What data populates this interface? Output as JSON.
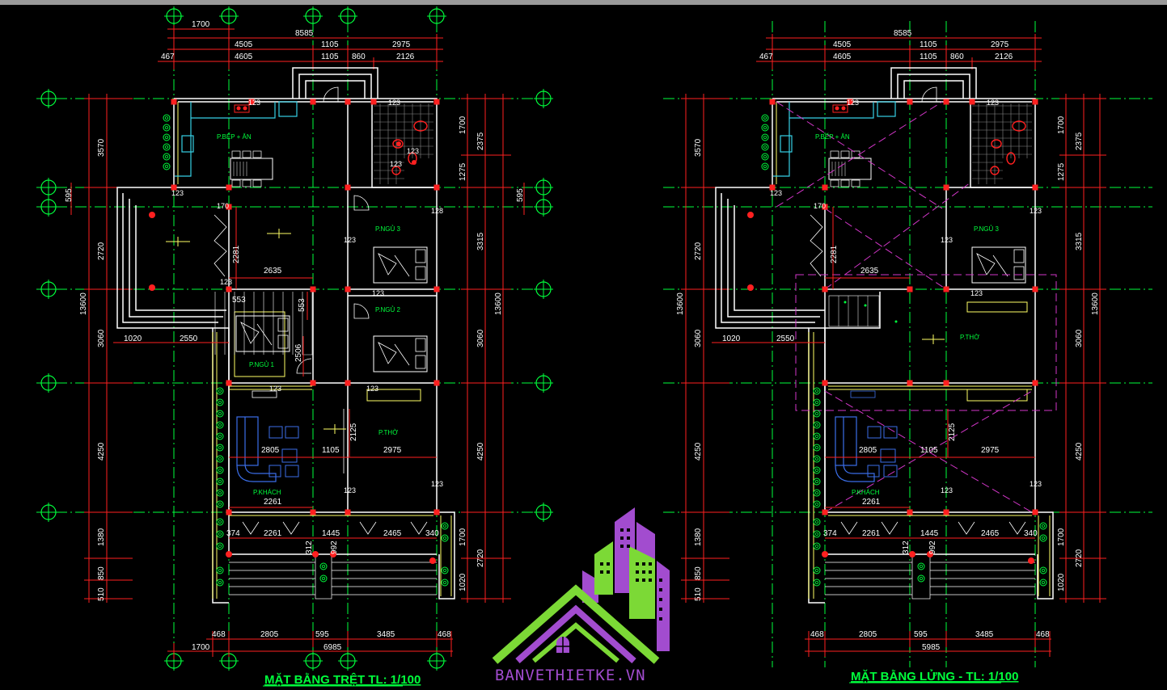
{
  "colors": {
    "background": "#000000",
    "grid": "#00ff3c",
    "dim": "#ff2020",
    "wall": "#ffffff",
    "yellow": "#ffff66",
    "cyan": "#36d0e6",
    "magenta": "#d236c8",
    "blue": "#3b6ee8",
    "logo_green": "#7cd936",
    "logo_purple": "#a24ccf"
  },
  "plans": [
    {
      "title": "MẶT BẰNG TRỆT TL: 1/100",
      "top_dims": {
        "d1700": "1700",
        "total": "8585",
        "row2": [
          "4505",
          "1105",
          "2975"
        ],
        "row3": [
          "467",
          "4605",
          "1105",
          "860",
          "2126"
        ]
      },
      "left_dims": [
        "3570",
        "595",
        "2720",
        "13600",
        "3060",
        "4250",
        "1380",
        "850",
        "510"
      ],
      "right_dims": [
        "1700",
        "2375",
        "1275",
        "595",
        "3315",
        "13600",
        "3060",
        "4250",
        "1700",
        "2720",
        "1020"
      ],
      "inner_dims": [
        "2281",
        "2635",
        "553",
        "553",
        "2506",
        "1020",
        "2550",
        "2805",
        "1105",
        "2975",
        "2125",
        "2261",
        "374",
        "2261",
        "1445",
        "2465",
        "340",
        "312",
        "992"
      ],
      "bottom_dims": {
        "row1": [
          "468",
          "2805",
          "595",
          "3485",
          "468"
        ],
        "row2": [
          "1700",
          "6985"
        ]
      },
      "col_labels": [
        "123",
        "170",
        "123",
        "128",
        "123",
        "123",
        "123",
        "123",
        "123",
        "123",
        "123",
        "123",
        "123",
        "123"
      ],
      "rooms": [
        "P.BẾP + ĂN",
        "P.NGỦ 3",
        "P.NGỦ 2",
        "P.NGỦ 1",
        "P.THỜ",
        "P.KHÁCH"
      ]
    },
    {
      "title": "MẶT BẰNG LỬNG - TL: 1/100",
      "top_dims": {
        "d1700": "",
        "total": "8585",
        "row2": [
          "4505",
          "1105",
          "2975"
        ],
        "row3": [
          "467",
          "4605",
          "1105",
          "860",
          "2126"
        ]
      },
      "left_dims": [
        "3570",
        "2720",
        "13600",
        "3060",
        "4250",
        "1380",
        "850",
        "510"
      ],
      "right_dims": [
        "1700",
        "2375",
        "1275",
        "3315",
        "13600",
        "3060",
        "4250",
        "1700",
        "2720",
        "1020"
      ],
      "inner_dims": [
        "2281",
        "2635",
        "1020",
        "2550",
        "2805",
        "1105",
        "2975",
        "2125",
        "2261",
        "374",
        "2261",
        "1445",
        "2465",
        "340",
        "312",
        "992"
      ],
      "bottom_dims": {
        "row1": [
          "468",
          "2805",
          "595",
          "3485",
          "468"
        ],
        "row2": [
          "",
          "5985"
        ]
      },
      "col_labels": [
        "123",
        "170",
        "123",
        "123",
        "123",
        "123",
        "123",
        "123",
        "123"
      ],
      "rooms": [
        "P.BẾP + ĂN",
        "P.NGỦ 3",
        "P.THỜ",
        "P.KHÁCH"
      ]
    }
  ],
  "logo_text": "BANVETHIETKE.VN"
}
